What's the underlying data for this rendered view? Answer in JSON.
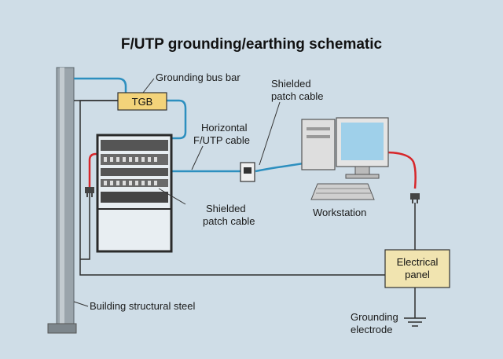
{
  "title": "F/UTP grounding/earthing schematic",
  "labels": {
    "grounding_bus_bar": "Grounding bus bar",
    "tgb": "TGB",
    "shielded_patch_cable_top_line1": "Shielded",
    "shielded_patch_cable_top_line2": "patch cable",
    "horizontal_cable_line1": "Horizontal",
    "horizontal_cable_line2": "F/UTP cable",
    "shielded_patch_cable_rack_line1": "Shielded",
    "shielded_patch_cable_rack_line2": "patch cable",
    "workstation": "Workstation",
    "electrical_panel_line1": "Electrical",
    "electrical_panel_line2": "panel",
    "building_structural_steel": "Building structural steel",
    "grounding_electrode_line1": "Grounding",
    "grounding_electrode_line2": "electrode"
  },
  "colors": {
    "background": "#cfdde7",
    "tgb_fill": "#f3d37a",
    "panel_fill": "#f1e4b0",
    "shield_cable": "#2d8fbf",
    "power_cord": "#d7262a",
    "ground_wire": "#2f2f2f"
  }
}
